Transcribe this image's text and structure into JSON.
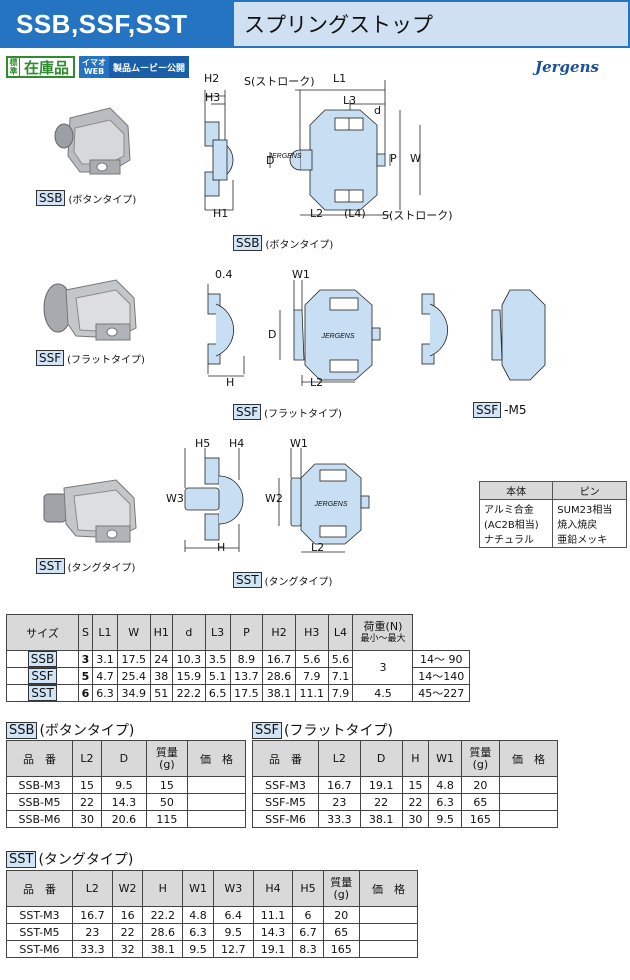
{
  "header": {
    "title": "SSB,SSF,SST",
    "subtitle": "スプリングストップ"
  },
  "badges": {
    "stock_small": "標準",
    "stock_big": "在庫品",
    "web_label": "イマオWEB",
    "web_text": "製品ムービー公開"
  },
  "logo": "Jergens",
  "captions": {
    "ssb_photo": {
      "tag": "SSB",
      "text": "(ボタンタイプ)"
    },
    "ssb_drawing": {
      "tag": "SSB",
      "text": "(ボタンタイプ)"
    },
    "ssf_photo": {
      "tag": "SSF",
      "text": "(フラットタイプ)"
    },
    "ssf_drawing": {
      "tag": "SSF",
      "text": "(フラットタイプ)"
    },
    "ssf_m5": {
      "tag": "SSF",
      "text": "-M5"
    },
    "sst_photo": {
      "tag": "SST",
      "text": "(タングタイプ)"
    },
    "sst_drawing": {
      "tag": "SST",
      "text": "(タングタイプ)"
    }
  },
  "dims": {
    "H2": "H2",
    "H3": "H3",
    "S_stroke": "S(ストローク)",
    "L1": "L1",
    "L3": "L3",
    "d": "d",
    "D": "D",
    "P": "P",
    "W": "W",
    "H1": "H1",
    "L2": "L2",
    "L4": "(L4)",
    "S_stroke2": "S(ストローク)",
    "ssf_04": "0.4",
    "ssf_W1": "W1",
    "ssf_D": "D",
    "ssf_H": "H",
    "ssf_L2": "L2",
    "sst_H5": "H5",
    "sst_H4": "H4",
    "sst_W1": "W1",
    "sst_W3": "W3",
    "sst_W2": "W2",
    "sst_H": "H",
    "sst_L2": "L2"
  },
  "material": {
    "headers": [
      "本体",
      "ピン"
    ],
    "body": [
      "アルミ合金",
      "(AC2B相当)",
      "ナチュラル"
    ],
    "pin": [
      "SUM23相当",
      "焼入焼戻",
      "亜鉛メッキ"
    ]
  },
  "spec": {
    "headers": [
      "サイズ",
      "S",
      "L1",
      "W",
      "H1",
      "d",
      "L3",
      "P",
      "H2",
      "H3",
      "L4",
      "荷重(N)",
      "最小〜最大"
    ],
    "rows": [
      {
        "types": "SSB",
        "size": "3",
        "S": "3.1",
        "L1": "17.5",
        "W": "24",
        "H1": "10.3",
        "d": "3.5",
        "L3": "8.9",
        "P": "16.7",
        "H2": "5.6",
        "H3": "5.6",
        "load": "14〜  90"
      },
      {
        "types": "SSF",
        "size": "5",
        "S": "4.7",
        "L1": "25.4",
        "W": "38",
        "H1": "15.9",
        "d": "5.1",
        "L3": "13.7",
        "P": "28.6",
        "H2": "7.9",
        "H3": "7.1",
        "load": "14〜140"
      },
      {
        "types": "SST",
        "size": "6",
        "S": "6.3",
        "L1": "34.9",
        "W": "51",
        "H1": "22.2",
        "d": "6.5",
        "L3": "17.5",
        "P": "38.1",
        "H2": "11.1",
        "H3": "7.9",
        "L4": "4.5",
        "load": "45〜227"
      }
    ],
    "L4_shared": "3"
  },
  "ssb": {
    "title_tag": "SSB",
    "title_text": "(ボタンタイプ)",
    "headers": [
      "品　番",
      "L2",
      "D",
      "質量",
      "(g)",
      "価　格"
    ],
    "rows": [
      {
        "part": "SSB-M3",
        "L2": "15",
        "D": "9.5",
        "mass": "15"
      },
      {
        "part": "SSB-M5",
        "L2": "22",
        "D": "14.3",
        "mass": "50"
      },
      {
        "part": "SSB-M6",
        "L2": "30",
        "D": "20.6",
        "mass": "115"
      }
    ]
  },
  "ssf": {
    "title_tag": "SSF",
    "title_text": "(フラットタイプ)",
    "headers": [
      "品　番",
      "L2",
      "D",
      "H",
      "W1",
      "質量",
      "(g)",
      "価　格"
    ],
    "rows": [
      {
        "part": "SSF-M3",
        "L2": "16.7",
        "D": "19.1",
        "H": "15",
        "W1": "4.8",
        "mass": "20"
      },
      {
        "part": "SSF-M5",
        "L2": "23",
        "D": "22",
        "H": "22",
        "W1": "6.3",
        "mass": "65"
      },
      {
        "part": "SSF-M6",
        "L2": "33.3",
        "D": "38.1",
        "H": "30",
        "W1": "9.5",
        "mass": "165"
      }
    ]
  },
  "sst": {
    "title_tag": "SST",
    "title_text": "(タングタイプ)",
    "headers": [
      "品　番",
      "L2",
      "W2",
      "H",
      "W1",
      "W3",
      "H4",
      "H5",
      "質量",
      "(g)",
      "価　格"
    ],
    "rows": [
      {
        "part": "SST-M3",
        "L2": "16.7",
        "W2": "16",
        "H": "22.2",
        "W1": "4.8",
        "W3": "6.4",
        "H4": "11.1",
        "H5": "6",
        "mass": "20"
      },
      {
        "part": "SST-M5",
        "L2": "23",
        "W2": "22",
        "H": "28.6",
        "W1": "6.3",
        "W3": "9.5",
        "H4": "14.3",
        "H5": "6.7",
        "mass": "65"
      },
      {
        "part": "SST-M6",
        "L2": "33.3",
        "W2": "32",
        "H": "38.1",
        "W1": "9.5",
        "W3": "12.7",
        "H4": "19.1",
        "H5": "8.3",
        "mass": "165"
      }
    ]
  },
  "colors": {
    "accent": "#2474c1",
    "accent_light": "#cfe0f3",
    "part_fill": "#c8dff3",
    "table_head": "#d9d9d9"
  }
}
